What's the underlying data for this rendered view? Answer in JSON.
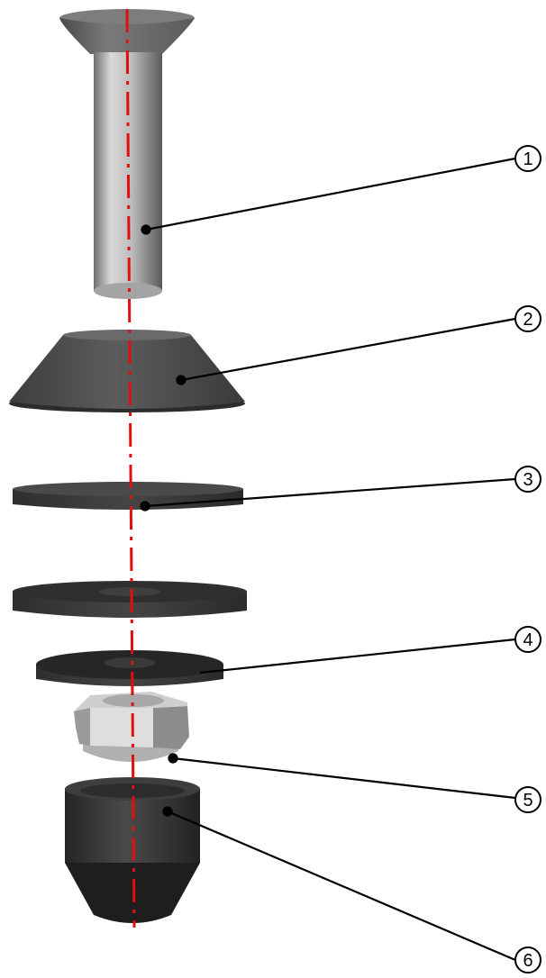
{
  "diagram": {
    "callouts": [
      {
        "number": "1",
        "part": "countersunk-bolt"
      },
      {
        "number": "2",
        "part": "conical-washer"
      },
      {
        "number": "3",
        "part": "flat-washer-thin"
      },
      {
        "number": "4",
        "part": "flat-washer"
      },
      {
        "number": "5",
        "part": "hex-nut"
      },
      {
        "number": "6",
        "part": "nut-cap"
      }
    ],
    "colors": {
      "axis": "#e01010",
      "leader": "#000000",
      "part_dark": "#3a3a3a",
      "part_light": "#b5b5b5"
    }
  }
}
